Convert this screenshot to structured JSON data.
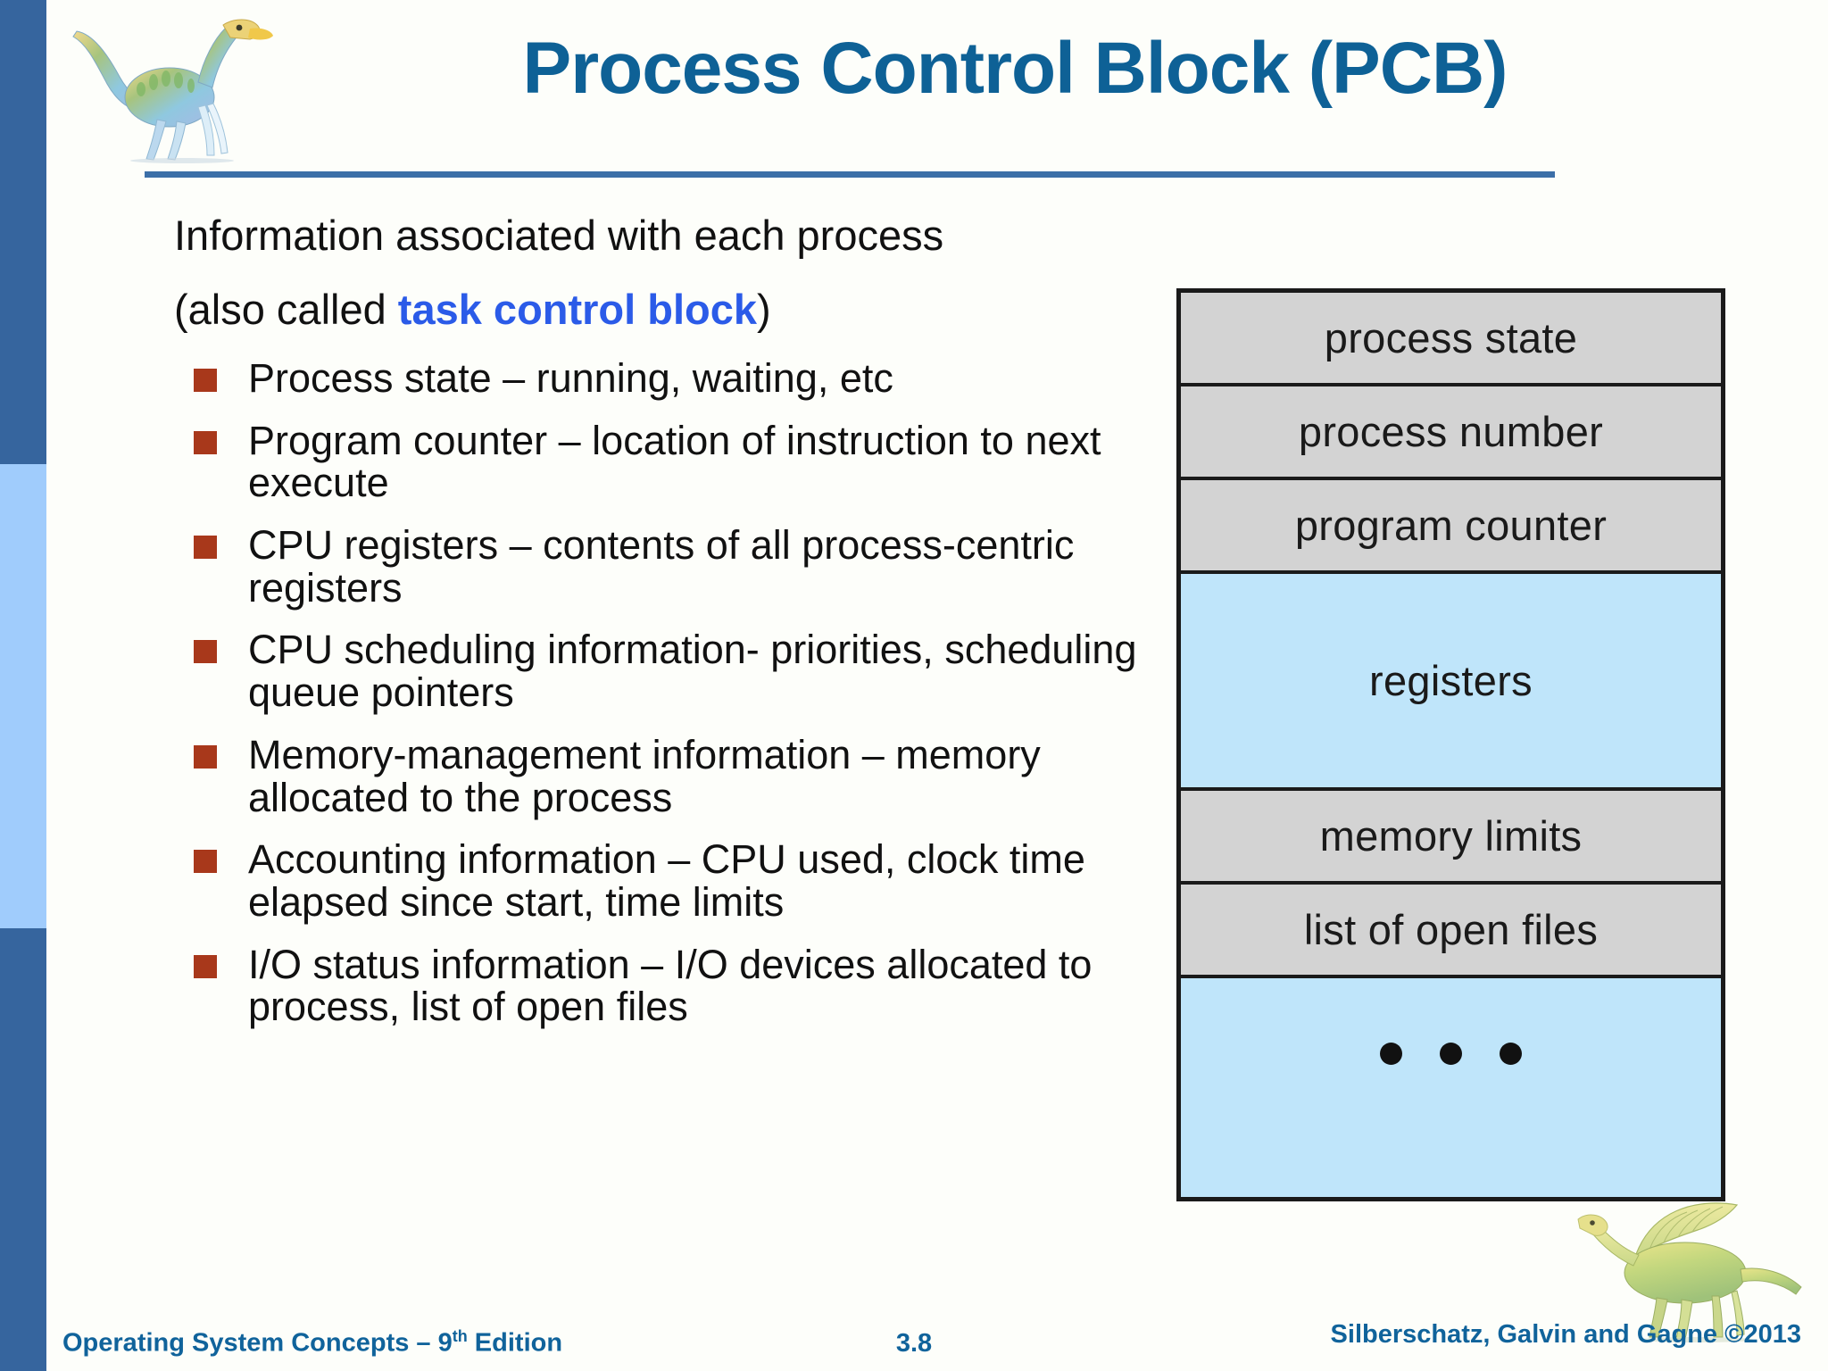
{
  "slide": {
    "title": "Process Control Block (PCB)",
    "page_number": "3.8"
  },
  "colors": {
    "title_blue": "#0E6196",
    "accent_blue_bold": "#2B5BE8",
    "bullet_square": "#A8381B",
    "sidebar_dark": "#36659E",
    "sidebar_light": "#A0CCFC",
    "diagram_gray": "#D3D3D3",
    "diagram_blue": "#BFE5FA",
    "footer_blue": "#10639B",
    "background": "#FDFEFA"
  },
  "body": {
    "lead_line_1": "Information associated with each process",
    "lead_line_2_prefix": "(also called ",
    "lead_line_2_emphasis": "task control block",
    "lead_line_2_suffix": ")",
    "bullets": [
      "Process state – running, waiting, etc",
      "Program counter – location of instruction to next execute",
      "CPU registers – contents of all process-centric registers",
      "CPU scheduling information- priorities, scheduling queue pointers",
      "Memory-management information – memory allocated to the process",
      "Accounting information – CPU used, clock time elapsed since start, time limits",
      "I/O status information – I/O devices allocated to process, list of open files"
    ]
  },
  "diagram": {
    "name": "process-control-block",
    "rows": [
      {
        "label": "process state",
        "fill": "gray"
      },
      {
        "label": "process number",
        "fill": "gray"
      },
      {
        "label": "program counter",
        "fill": "gray"
      },
      {
        "label": "registers",
        "fill": "blue"
      },
      {
        "label": "memory limits",
        "fill": "gray"
      },
      {
        "label": "list of open files",
        "fill": "gray"
      },
      {
        "label": "• • •",
        "fill": "blue"
      }
    ]
  },
  "footer": {
    "left_text_main": "Operating System Concepts – 9",
    "left_text_sup": "th",
    "left_text_tail": " Edition",
    "center_text": "3.8",
    "right_text": "Silberschatz, Galvin and Gagne ©2013"
  },
  "decor": {
    "dino_top_left": "dinosaur-icon",
    "dino_bottom_right": "dinosaur-icon"
  }
}
